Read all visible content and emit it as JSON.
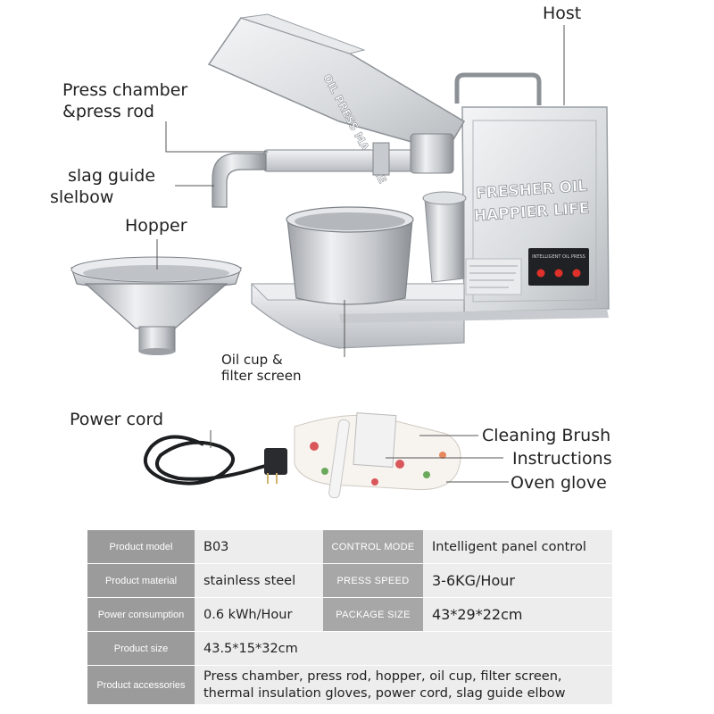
{
  "machine_text": {
    "lid": "OIL PRESS MACHINE",
    "front_line1": "FRESHER OIL",
    "front_line2": "HAPPIER LIFE",
    "panel_title": "INTELLIGENT OIL PRESS"
  },
  "labels": {
    "host": "Host",
    "press_chamber_1": "Press chamber",
    "press_chamber_2": "&press rod",
    "slag_guide_1": "slag guide",
    "slag_guide_2": "slelbow",
    "hopper": "Hopper",
    "oil_cup_1": "Oil cup &",
    "oil_cup_2": "filter screen",
    "power_cord": "Power cord",
    "cleaning_brush": "Cleaning Brush",
    "instructions": "Instructions",
    "oven_glove": "Oven glove"
  },
  "specs": {
    "product_model_label": "Product model",
    "product_model_value": "B03",
    "control_mode_label": "CONTROL MODE",
    "control_mode_value": "Intelligent panel control",
    "product_material_label": "Product material",
    "product_material_value": "stainless steel",
    "press_speed_label": "PRESS SPEED",
    "press_speed_value": "3-6KG/Hour",
    "power_consumption_label": "Power consumption",
    "power_consumption_value": "0.6 kWh/Hour",
    "package_size_label": "PACKAGE SIZE",
    "package_size_value": "43*29*22cm",
    "product_size_label": "Product size",
    "product_size_value": "43.5*15*32cm",
    "accessories_label": "Product accessories",
    "accessories_line1": "Press chamber, press rod, hopper, oil cup, filter screen,",
    "accessories_line2": "thermal insulation gloves, power cord, slag guide elbow"
  },
  "colors": {
    "header_gray": "#9b9b9b",
    "value_bg": "#ededed",
    "steel": "#c9ccd0",
    "button_red": "#e0302a"
  }
}
